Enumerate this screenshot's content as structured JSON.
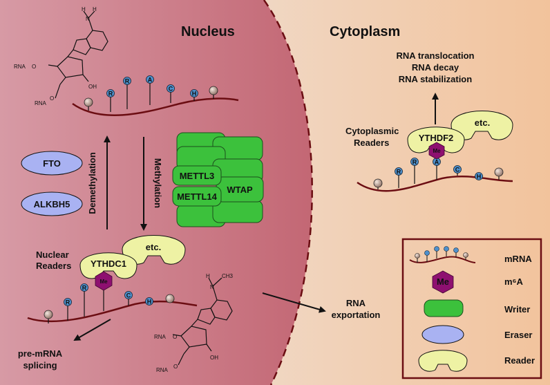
{
  "titles": {
    "nucleus": "Nucleus",
    "cytoplasm": "Cytoplasm"
  },
  "cytoplasm_outcomes": [
    "RNA translocation",
    "RNA decay",
    "RNA stabilization"
  ],
  "processes": {
    "demethylation": "Demethylation",
    "methylation": "Methylation",
    "export": [
      "RNA",
      "exportation"
    ],
    "splicing": [
      "pre-mRNA",
      "splicing"
    ]
  },
  "erasers": [
    "FTO",
    "ALKBH5"
  ],
  "writers": [
    "METTL3",
    "METTL14",
    "WTAP"
  ],
  "readers": {
    "nuclear_label": [
      "Nuclear",
      "Readers"
    ],
    "nuclear_protein": "YTHDC1",
    "cytoplasmic_label": [
      "Cytoplasmic",
      "Readers"
    ],
    "cytoplasmic_protein": "YTHDF2",
    "etc": "etc."
  },
  "rna_bases": [
    "R",
    "R",
    "A",
    "C",
    "H"
  ],
  "methyl_label": "Me",
  "chem": {
    "rna": "RNA",
    "oh": "OH",
    "o": "O",
    "n": "N",
    "h": "H",
    "ch3": "CH3"
  },
  "legend": {
    "mrna": "mRNA",
    "m6a": "m⁶A",
    "writer": "Writer",
    "eraser": "Eraser",
    "reader": "Reader"
  },
  "colors": {
    "nucleus": "#c9727f",
    "cytoplasm": "#f2c7a6",
    "writer": "#3cc13c",
    "eraser": "#a9b2f2",
    "reader": "#eef2a4",
    "m6a": "#8e1070",
    "base": "#4e90cc",
    "rna": "#6b0d12"
  }
}
